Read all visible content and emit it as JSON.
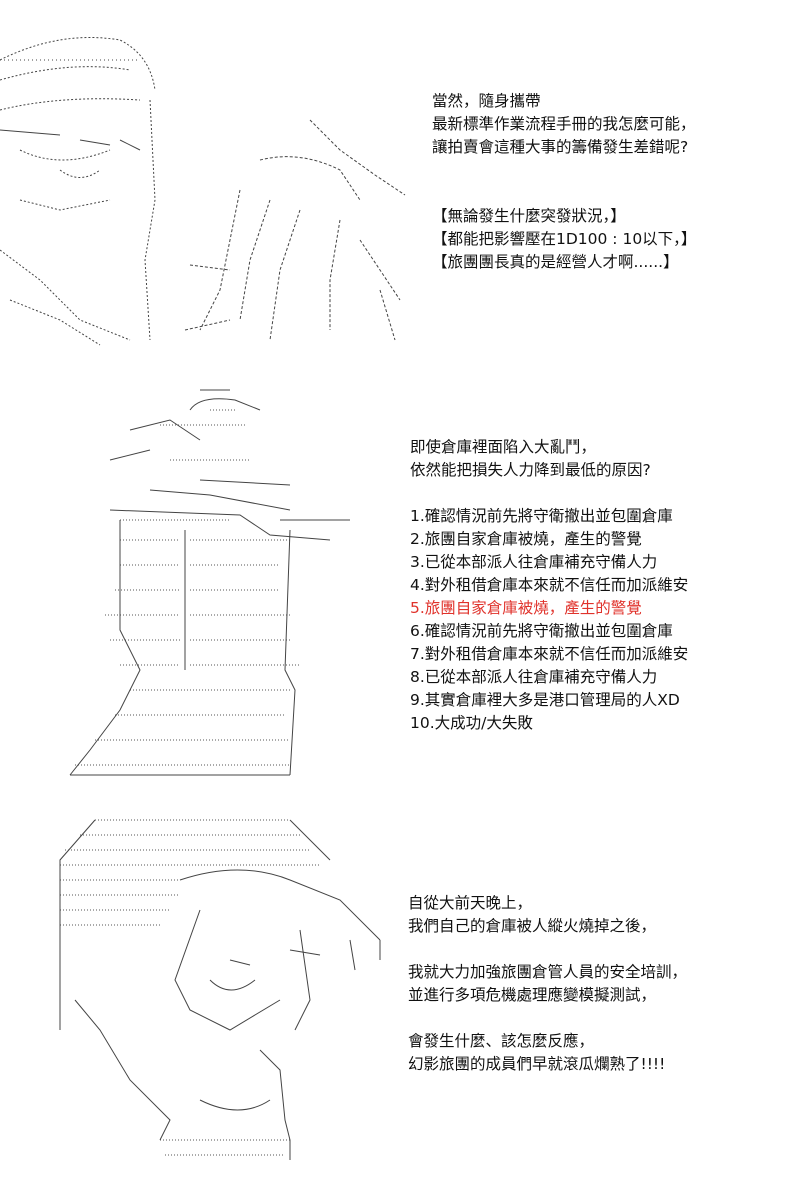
{
  "panel1": {
    "lines": [
      "當然，隨身攜帶",
      "最新標準作業流程手冊的我怎麼可能，",
      "讓拍賣會這種大事的籌備發生差錯呢?",
      "",
      "",
      "【無論發生什麼突發狀況，】",
      "【都能把影響壓在1D100 : 10以下，】",
      "【旅團團長真的是經營人才啊......】"
    ]
  },
  "panel2": {
    "intro": [
      "即使倉庫裡面陷入大亂鬥，",
      "依然能把損失人力降到最低的原因?"
    ],
    "options": [
      "1.確認情況前先將守衛撤出並包圍倉庫",
      "2.旅團自家倉庫被燒，產生的警覺",
      "3.已從本部派人往倉庫補充守備人力",
      "4.對外租借倉庫本來就不信任而加派維安",
      "5.旅團自家倉庫被燒，產生的警覺",
      "6.確認情況前先將守衛撤出並包圍倉庫",
      "7.對外租借倉庫本來就不信任而加派維安",
      "8.已從本部派人往倉庫補充守備人力",
      "9.其實倉庫裡大多是港口管理局的人XD",
      "10.大成功/大失敗"
    ],
    "highlight_color": "#e0322b"
  },
  "panel3": {
    "lines": [
      "自從大前天晚上，",
      "我們自己的倉庫被人縱火燒掉之後，",
      "",
      "我就大力加強旅團倉管人員的安全培訓，",
      "並進行多項危機處理應變模擬測試，",
      "",
      "會發生什麼、該怎麼反應，",
      "幻影旅團的成員們早就滾瓜爛熟了!!!!"
    ]
  }
}
